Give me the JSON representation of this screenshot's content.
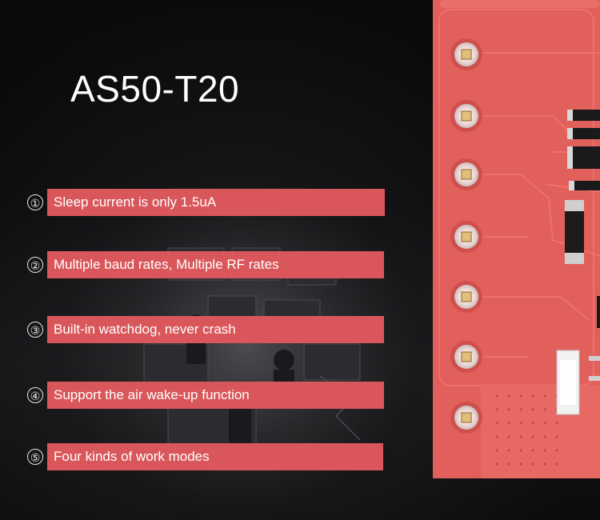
{
  "title": "AS50-T20",
  "features": [
    {
      "num": "①",
      "text": "Sleep current is only 1.5uA"
    },
    {
      "num": "②",
      "text": "Multiple baud rates, Multiple RF rates"
    },
    {
      "num": "③",
      "text": "Built-in watchdog, never crash"
    },
    {
      "num": "④",
      "text": "Support the air wake-up function"
    },
    {
      "num": "⑤",
      "text": "Four kinds of work modes"
    }
  ],
  "colors": {
    "background": "#000000",
    "bar": "#d9575b",
    "pcb": "#e2605c"
  }
}
